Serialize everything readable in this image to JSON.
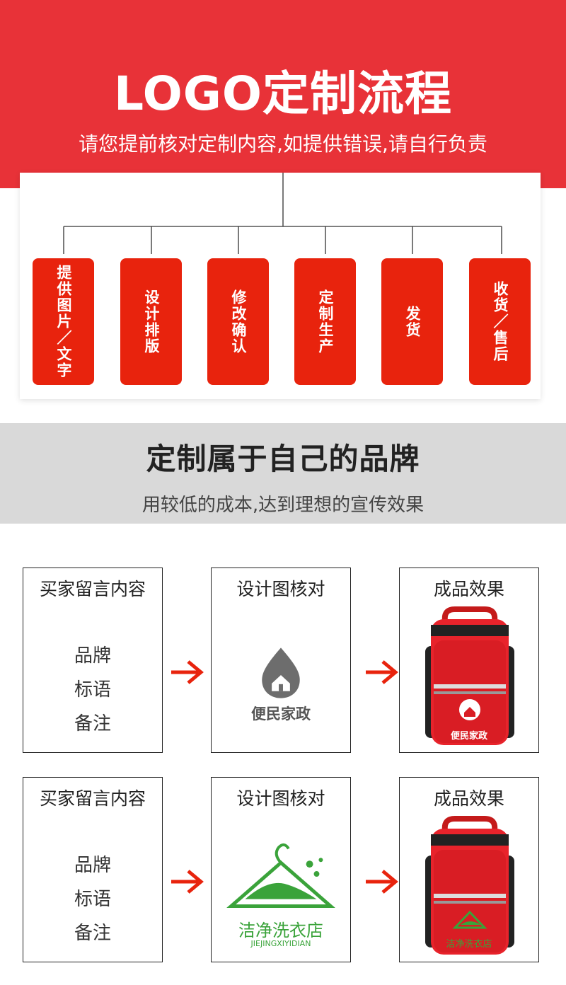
{
  "header": {
    "title": "LOGO定制流程",
    "subtitle": "请您提前核对定制内容,如提供错误,请自行负责"
  },
  "steps": [
    "提供图片／文字",
    "设计排版",
    "修改确认",
    "定制生产",
    "发货",
    "收货／售后"
  ],
  "band": {
    "title": "定制属于自己的品牌",
    "subtitle": "用较低的成本,达到理想的宣传效果"
  },
  "rows": [
    {
      "col1": {
        "title": "买家留言内容",
        "items": [
          "品牌",
          "标语",
          "备注"
        ]
      },
      "col2": {
        "title": "设计图核对",
        "logo_text": "便民家政"
      },
      "col3": {
        "title": "成品效果",
        "badge_text": "便民家政"
      }
    },
    {
      "col1": {
        "title": "买家留言内容",
        "items": [
          "品牌",
          "标语",
          "备注"
        ]
      },
      "col2": {
        "title": "设计图核对",
        "logo_text": "洁净洗衣店",
        "logo_sub": "JIEJINGXIYIDIAN"
      },
      "col3": {
        "title": "成品效果",
        "badge_text": "洁净洗衣店"
      }
    }
  ],
  "colors": {
    "brand_red": "#e83238",
    "step_red": "#e8230d",
    "band_gray": "#d9d9d9",
    "arrow_red": "#e8230d",
    "logo_gray": "#6d6d6d",
    "logo_green": "#3aa33a"
  }
}
